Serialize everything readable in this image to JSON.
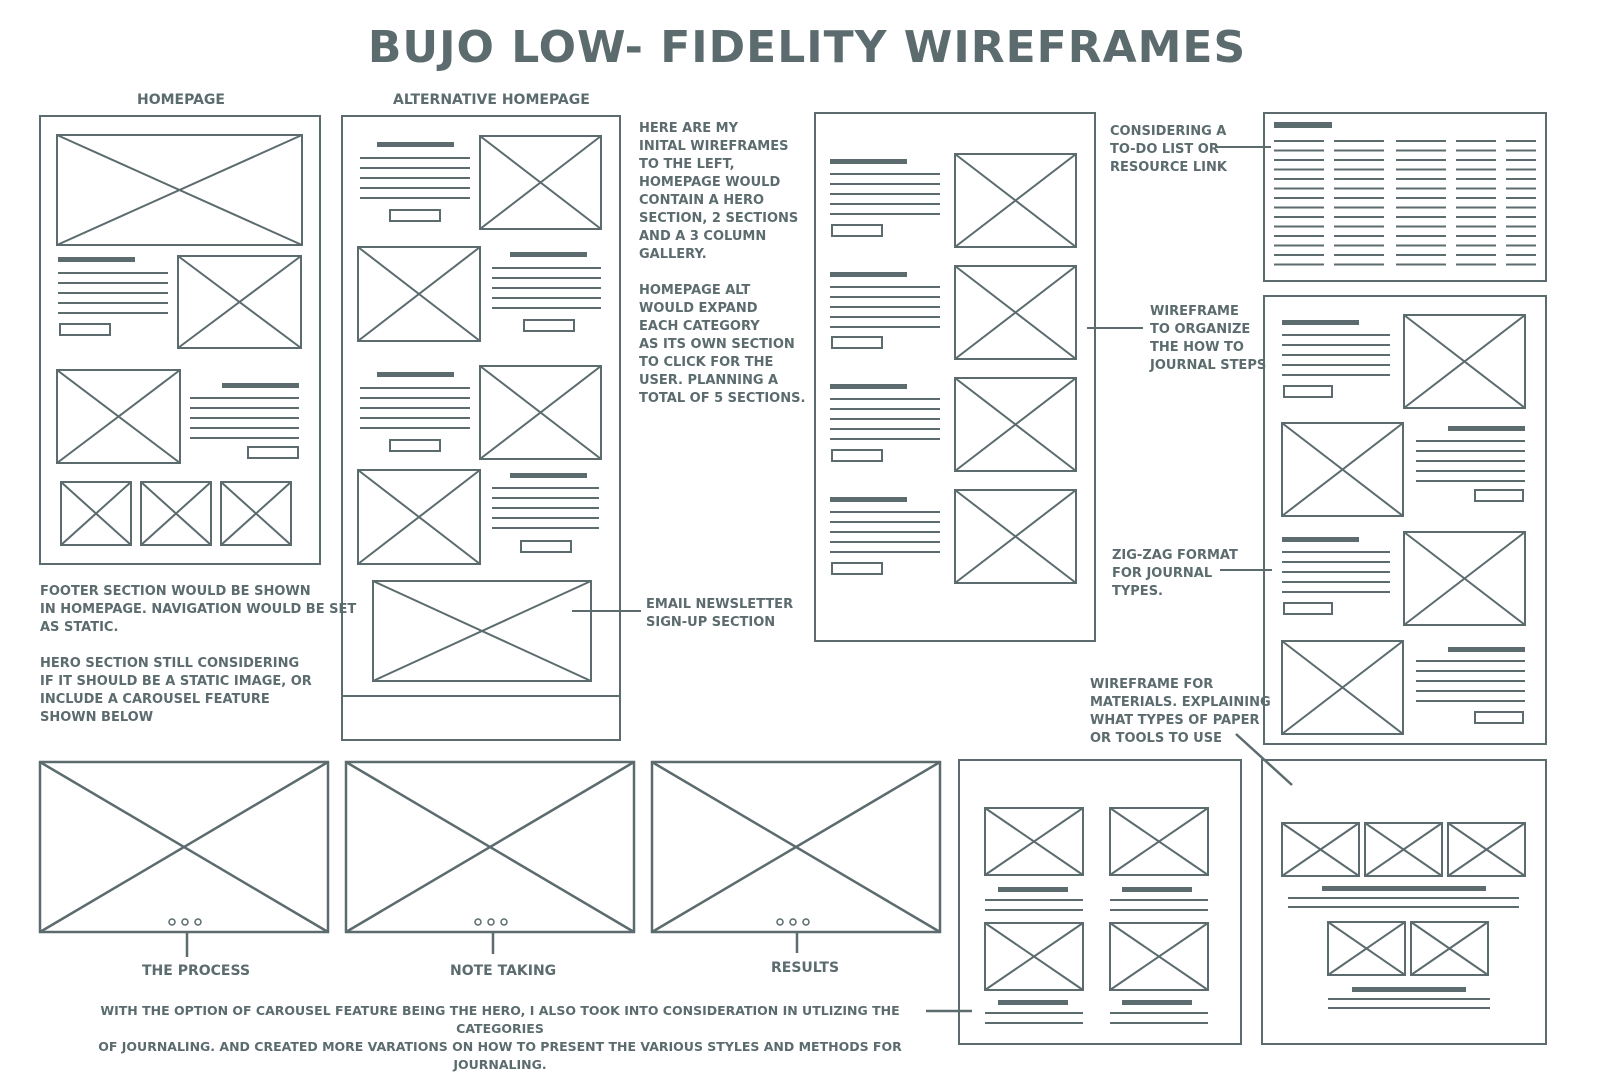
{
  "title": "BUJO LOW- FIDELITY WIREFRAMES",
  "labels": {
    "homepage": "HOMEPAGE",
    "alt_homepage": "ALTERNATIVE HOMEPAGE",
    "process": "THE PROCESS",
    "note_taking": "NOTE TAKING",
    "results": "RESULTS"
  },
  "notes": {
    "initial": "HERE ARE MY\nINITAL WIREFRAMES\nTO THE LEFT,\nHOMEPAGE WOULD\nCONTAIN A HERO\nSECTION, 2 SECTIONS\nAND A 3  COLUMN\nGALLERY.\n\nHOMEPAGE ALT\nWOULD EXPAND\nEACH CATEGORY\nAS ITS OWN SECTION\nTO CLICK FOR THE\nUSER. PLANNING A\nTOTAL OF 5 SECTIONS.",
    "footer": "FOOTER SECTION WOULD BE SHOWN\nIN HOMEPAGE. NAVIGATION WOULD BE SET\nAS STATIC.\n\nHERO SECTION STILL CONSIDERING\nIF IT SHOULD BE A STATIC IMAGE, OR\nINCLUDE A CAROUSEL FEATURE\nSHOWN BELOW",
    "newsletter": "EMAIL NEWSLETTER\nSIGN-UP SECTION",
    "todo": "CONSIDERING A\nTO-DO LIST OR\nRESOURCE LINK",
    "howto": "WIREFRAME\nTO ORGANIZE\nTHE HOW TO\nJOURNAL STEPS",
    "zigzag": "ZIG-ZAG FORMAT\nFOR JOURNAL\nTYPES.",
    "materials": "WIREFRAME FOR\nMATERIALS. EXPLAINING\nWHAT TYPES OF PAPER\nOR TOOLS TO USE",
    "bottom": "WITH THE OPTION OF CAROUSEL FEATURE BEING THE HERO, I ALSO TOOK INTO CONSIDERATION IN UTLIZING THE CATEGORIES\nOF JOURNALING. AND CREATED MORE VARATIONS ON HOW TO PRESENT THE VARIOUS STYLES AND METHODS FOR JOURNALING."
  },
  "colors": {
    "ink": "#5b6b6e",
    "background": "#ffffff"
  }
}
